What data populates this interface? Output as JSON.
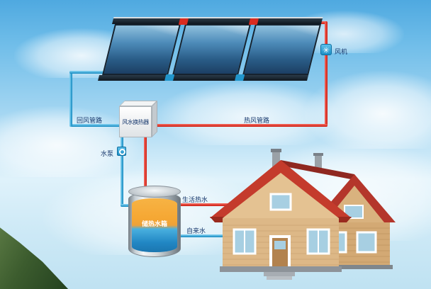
{
  "diagram": {
    "labels": {
      "fan": "风机",
      "return_air_pipe": "回风管路",
      "heat_exchanger": "风水换热器",
      "hot_air_pipe": "热风管路",
      "pump": "水泵",
      "storage_tank": "储热水箱",
      "domestic_hot_water": "生活热水",
      "tap_water": "自来水"
    },
    "icons": {
      "fan_glyph": "✳"
    },
    "colors": {
      "hot_pipe": "#d92b1f",
      "cold_pipe": "#2196cc",
      "label_text": "#15366b",
      "tank_hot_water": "#f5a733",
      "tank_cold_water": "#2187c4",
      "collector_panel": "#2a5d88",
      "house_roof": "#c43b2c",
      "house_wall": "#ddb887",
      "sky_top": "#4fa9e0",
      "mountain": "#3c5c2e"
    }
  }
}
